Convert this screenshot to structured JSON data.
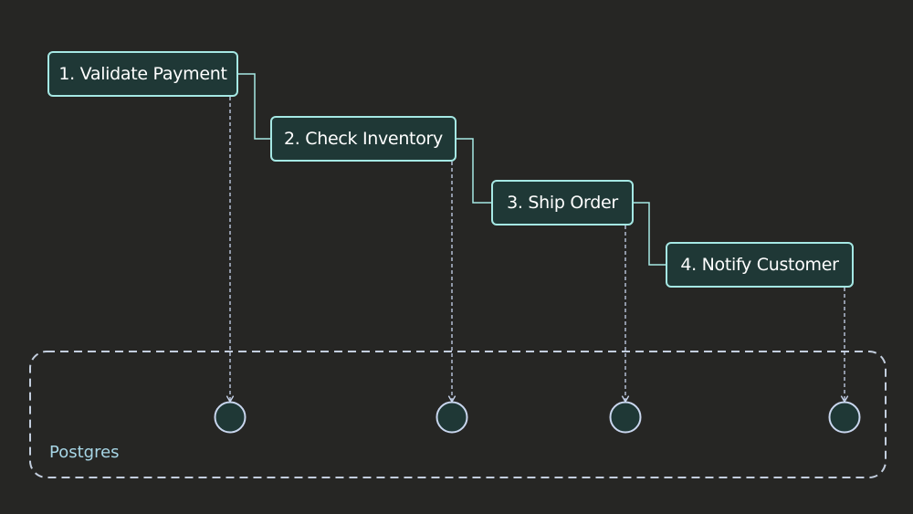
{
  "steps": [
    {
      "label": "1. Validate Payment"
    },
    {
      "label": "2. Check Inventory"
    },
    {
      "label": "3. Ship Order"
    },
    {
      "label": "4. Notify Customer"
    }
  ],
  "database": {
    "label": "Postgres"
  },
  "colors": {
    "background": "#262624",
    "node_fill": "#1f3836",
    "node_border": "#a5e8e4",
    "connector": "#a5e8e4",
    "dashed_line": "#c9d6ee",
    "container_border": "#c3cede",
    "label_text": "#a7d6e6"
  }
}
